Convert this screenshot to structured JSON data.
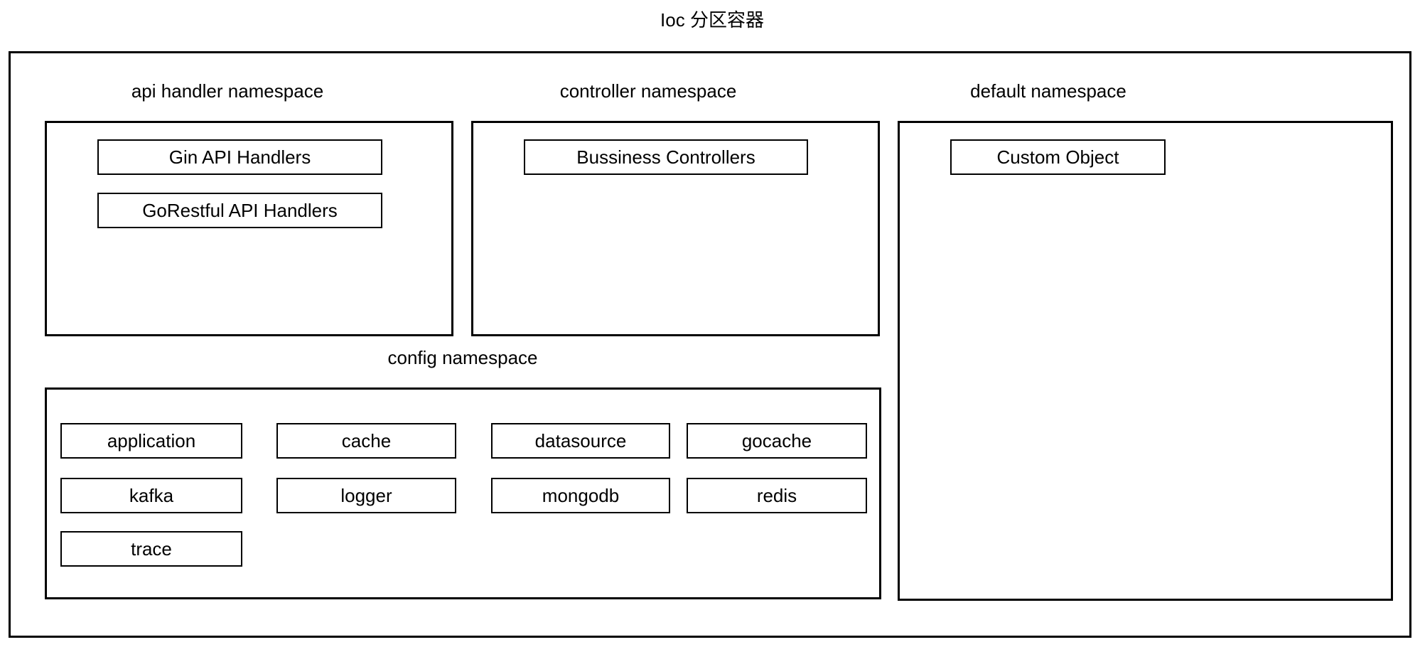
{
  "diagram": {
    "title": "Ioc 分区容器"
  },
  "namespaces": {
    "api_handler": {
      "label": "api handler namespace",
      "items": [
        "Gin API Handlers",
        "GoRestful API Handlers"
      ]
    },
    "controller": {
      "label": "controller namespace",
      "items": [
        "Bussiness Controllers"
      ]
    },
    "default": {
      "label": "default namespace",
      "items": [
        "Custom Object"
      ]
    },
    "config": {
      "label": "config namespace",
      "items": [
        "application",
        "cache",
        "datasource",
        "gocache",
        "kafka",
        "logger",
        "mongodb",
        "redis",
        "trace"
      ]
    }
  },
  "colors": {
    "stroke": "#000000",
    "text": "#000000",
    "background": "#ffffff"
  }
}
